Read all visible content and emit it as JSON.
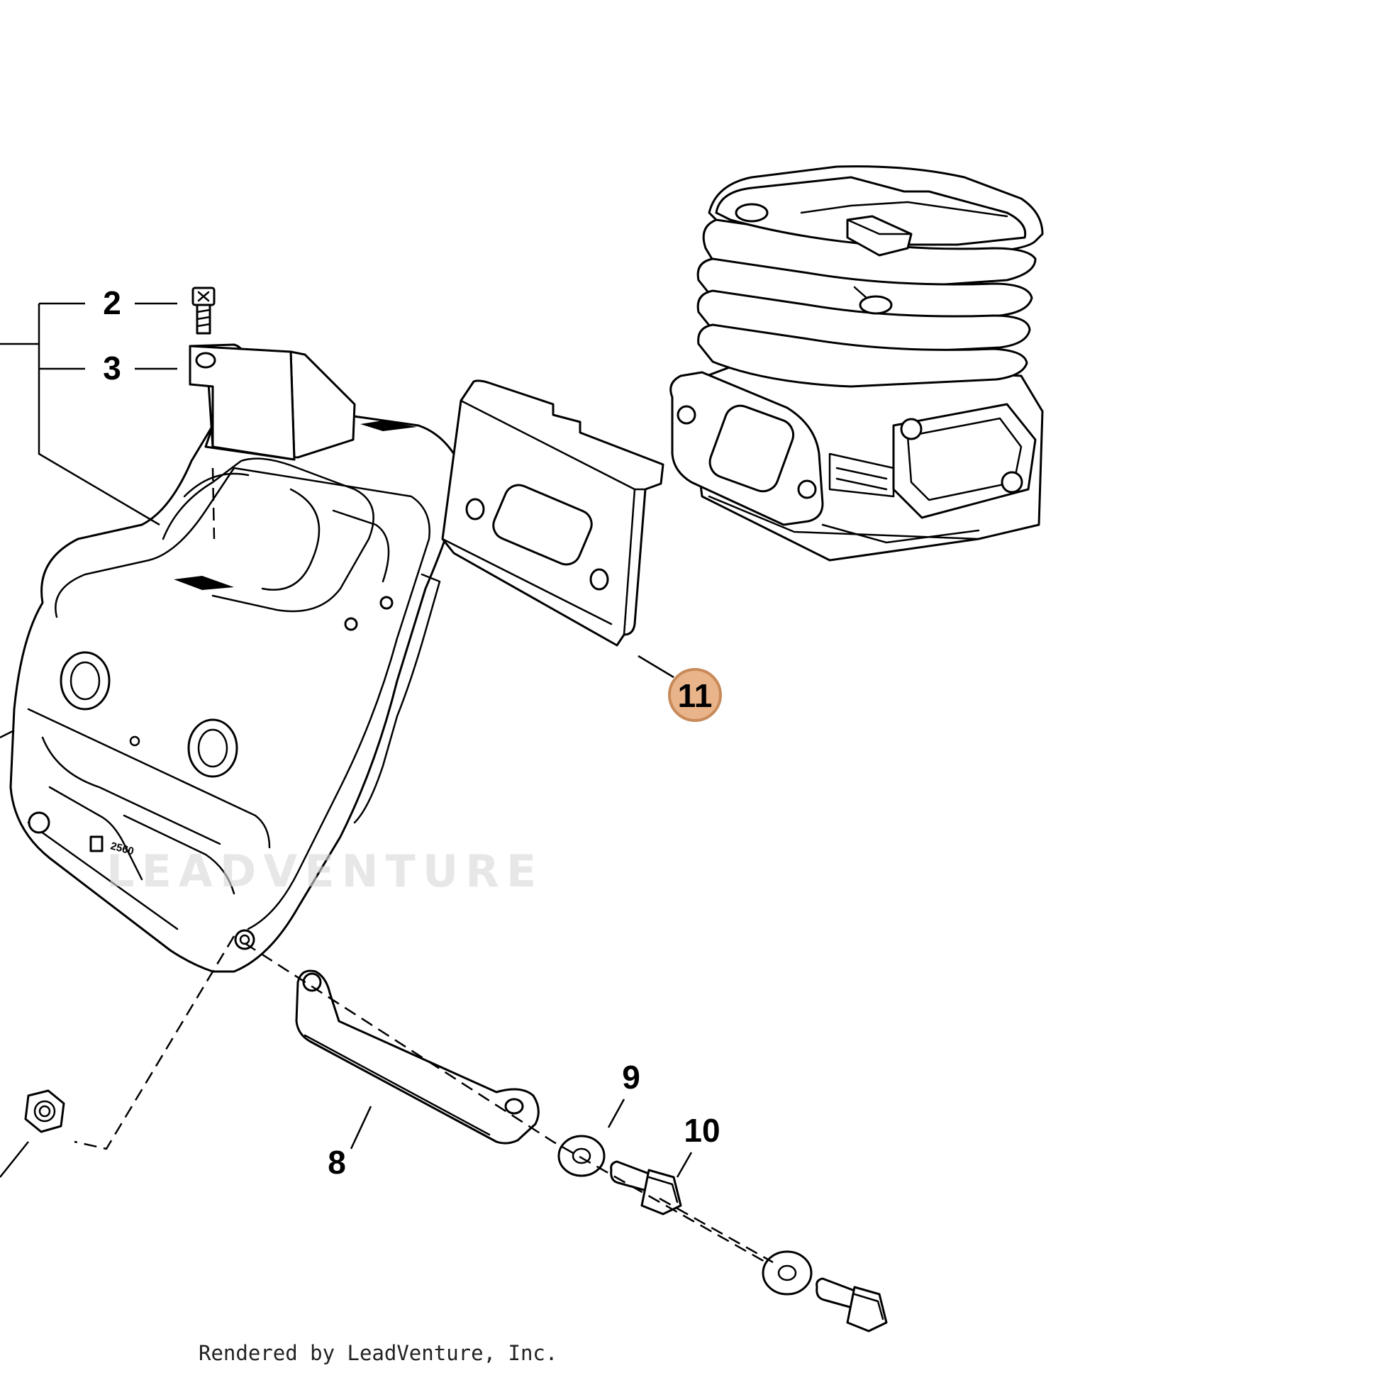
{
  "callouts": [
    {
      "id": "2",
      "label": "2",
      "highlighted": false
    },
    {
      "id": "3",
      "label": "3",
      "highlighted": false
    },
    {
      "id": "8",
      "label": "8",
      "highlighted": false
    },
    {
      "id": "9",
      "label": "9",
      "highlighted": false
    },
    {
      "id": "10",
      "label": "10",
      "highlighted": false
    },
    {
      "id": "11",
      "label": "11",
      "highlighted": true
    }
  ],
  "muffler_stamp": "2560",
  "watermark": "LEADVENTURE",
  "credit": "Rendered by LeadVenture, Inc.",
  "colors": {
    "line": "#000000",
    "background": "#ffffff",
    "highlight_fill": "#e9b48a",
    "highlight_stroke": "#c98a5a",
    "watermark": "#d8d8d8"
  }
}
